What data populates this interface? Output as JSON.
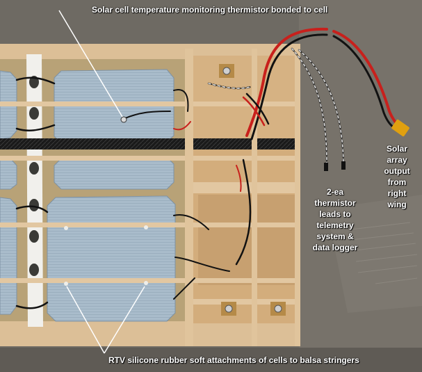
{
  "annotations": {
    "thermistor_bonded": "Solar cell temperature monitoring thermistor bonded to cell",
    "solar_output": [
      "Solar",
      "array",
      "output",
      "from",
      "right",
      "wing"
    ],
    "thermistor_leads": [
      "2-ea",
      "thermistor",
      "leads to",
      "telemetry",
      "system &",
      "data logger"
    ],
    "rtv_attachments": "RTV silicone rubber soft attachments of cells to balsa stringers"
  },
  "colors": {
    "caption_text": "#ffffff",
    "balsa_wood": "#d9b98e",
    "solar_cell": "#9fb3c2",
    "red_wire": "#c8201c",
    "connector_yellow": "#e0a010",
    "carbon_spar": "#1c1c1c"
  }
}
